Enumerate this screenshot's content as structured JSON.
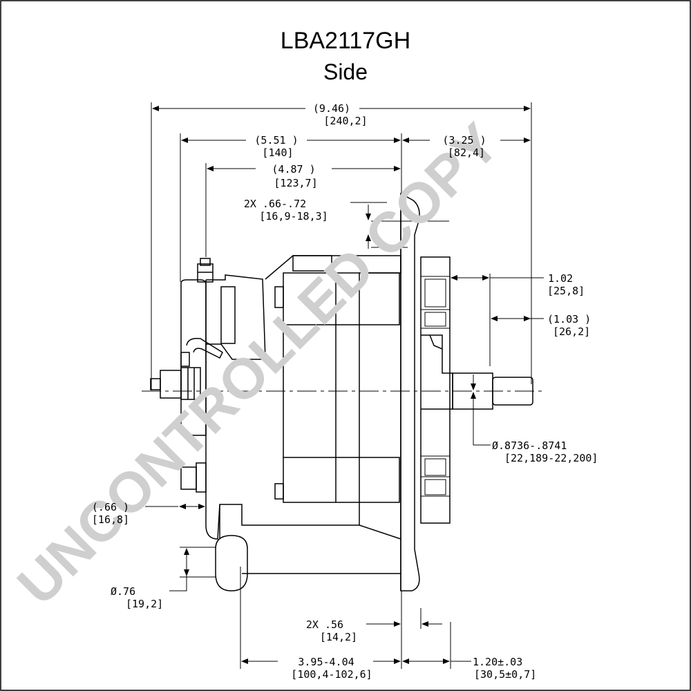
{
  "title": "LBA2117GH",
  "subtitle": "Side",
  "watermark": "UNCONTROLLED COPY",
  "colors": {
    "line": "#000000",
    "watermark": "#cfcfcf",
    "background": "#ffffff"
  },
  "dimensions": {
    "overall_len": {
      "in": "(9.46)",
      "mm": "[240,2]"
    },
    "rear_to_mount": {
      "in": "(5.51 )",
      "mm": "[140]"
    },
    "front_len": {
      "in": "(3.25 )",
      "mm": "[82,4]"
    },
    "term_to_mount": {
      "in": "(4.87 )",
      "mm": "[123,7]"
    },
    "slot": {
      "in": "2X .66-.72",
      "mm": "[16,9-18,3]"
    },
    "shaft_len": {
      "in": "1.02",
      "mm": "[25,8]"
    },
    "shaft_len2": {
      "in": "(1.03 )",
      "mm": "[26,2]"
    },
    "shaft_dia": {
      "in": "Ø.8736-.8741",
      "mm": "[22,189-22,200]"
    },
    "lower_offset": {
      "in": "(.66 )",
      "mm": "[16,8]"
    },
    "hole_dia": {
      "in": "Ø.76",
      "mm": "[19,2]"
    },
    "mount_width": {
      "in": "2X .56",
      "mm": "[14,2]"
    },
    "mount_span": {
      "in": "3.95-4.04",
      "mm": "[100,4-102,6]"
    },
    "fan_offset": {
      "in": "1.20±.03",
      "mm": "[30,5±0,7]"
    }
  }
}
